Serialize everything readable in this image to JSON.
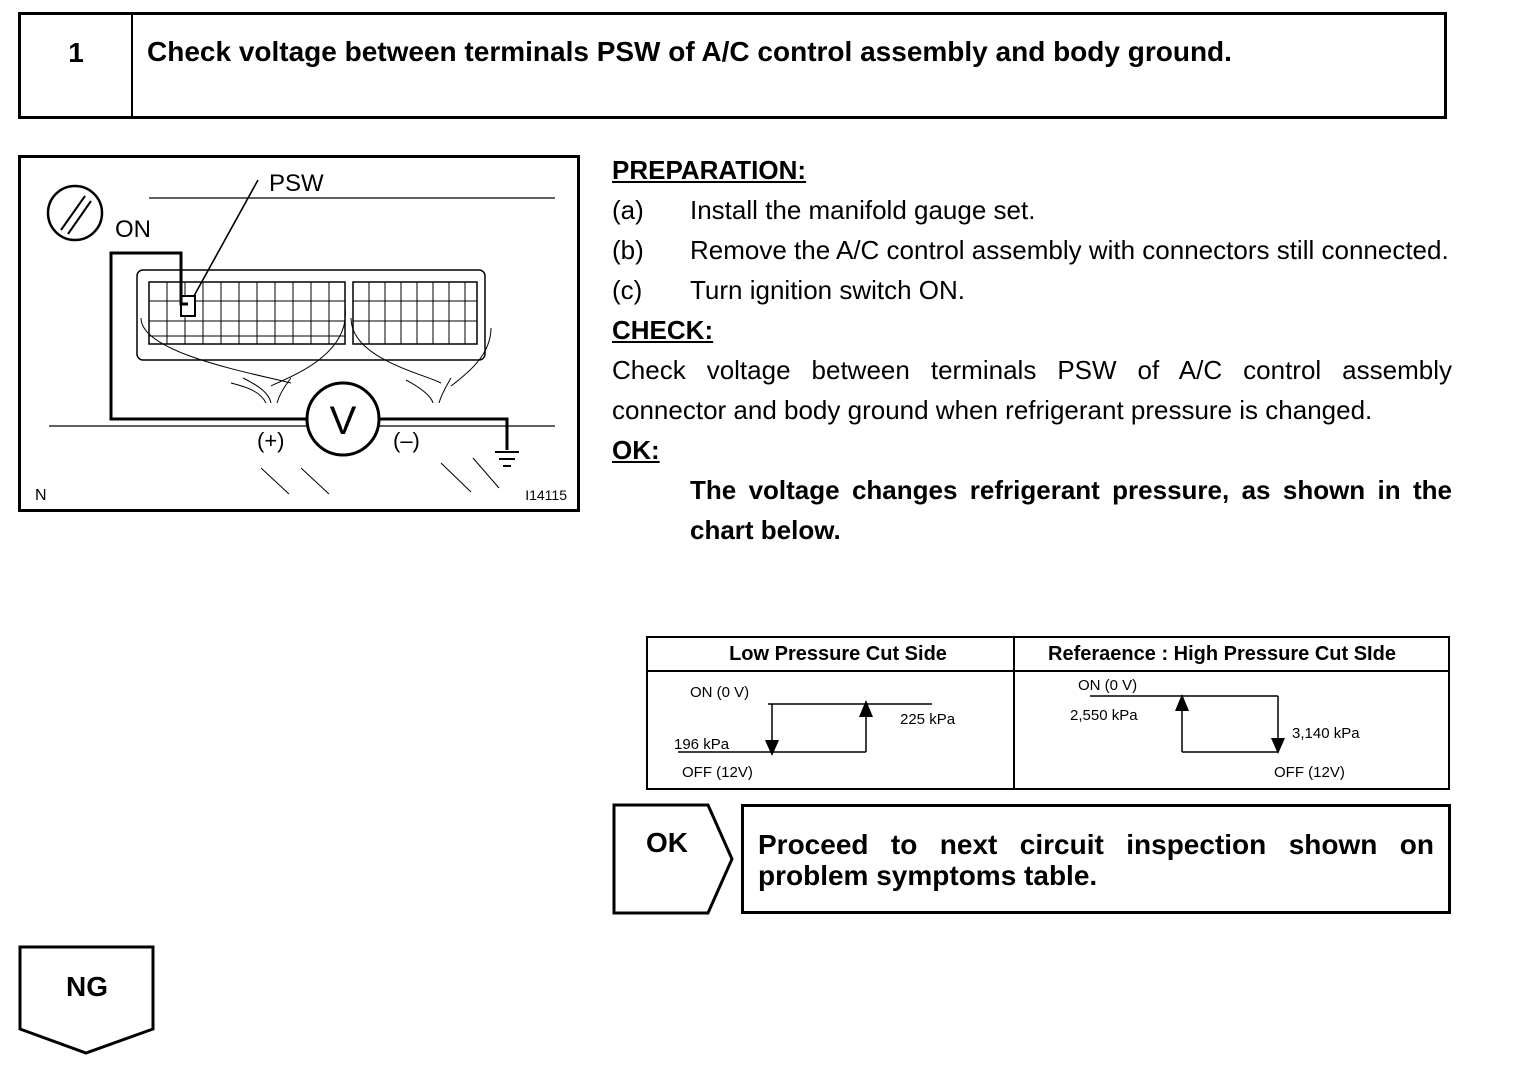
{
  "step": {
    "number": "1",
    "title": "Check voltage between terminals PSW of A/C control assembly and body ground."
  },
  "diagram": {
    "psw_label": "PSW",
    "on_label": "ON",
    "meter_label": "V",
    "plus_label": "(+)",
    "minus_label": "(–)",
    "corner_label": "N",
    "figure_id": "I14115"
  },
  "preparation": {
    "heading": "PREPARATION:",
    "items": [
      {
        "label": "(a)",
        "text": "Install the manifold gauge set."
      },
      {
        "label": "(b)",
        "text": "Remove the A/C control assembly with connectors still connected."
      },
      {
        "label": "(c)",
        "text": "Turn ignition switch ON."
      }
    ]
  },
  "check": {
    "heading": "CHECK:",
    "text": "Check voltage between terminals PSW of A/C control assembly connector and body ground when refrigerant pressure is changed."
  },
  "ok": {
    "heading": "OK:",
    "text": "The voltage changes refrigerant pressure, as shown in the chart below."
  },
  "pressure_chart": {
    "low_side": {
      "header": "Low Pressure Cut Side",
      "on_label": "ON (0 V)",
      "off_label": "OFF (12V)",
      "falling_pressure": "196 kPa",
      "rising_pressure": "225 kPa"
    },
    "high_side": {
      "header": "Referaence : High Pressure Cut SIde",
      "on_label": "ON (0 V)",
      "off_label": "OFF (12V)",
      "rising_pressure": "2,550 kPa",
      "falling_pressure": "3,140 kPa"
    }
  },
  "ok_branch": {
    "tag": "OK",
    "result": "Proceed to next circuit inspection shown on problem symptoms table."
  },
  "ng_branch": {
    "tag": "NG"
  }
}
